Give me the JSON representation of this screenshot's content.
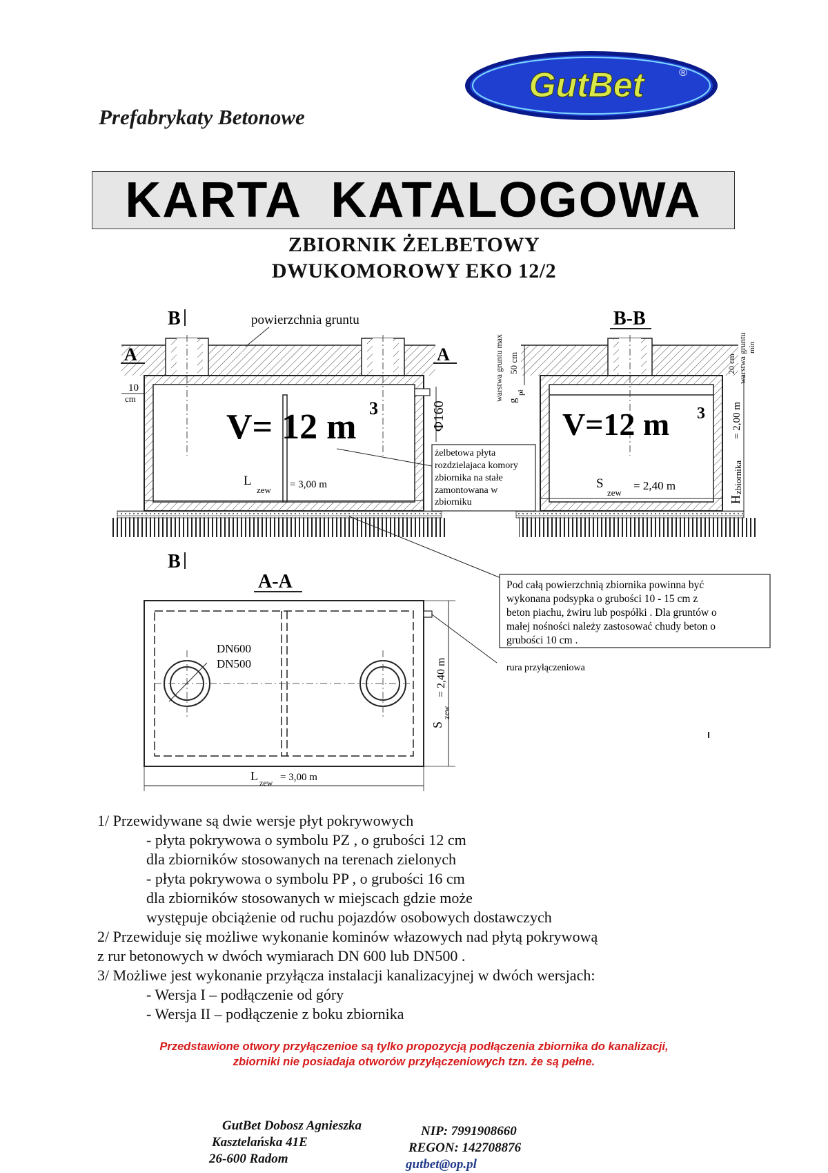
{
  "header": {
    "subtitle": "Prefabrykaty Betonowe",
    "brand": "GutBet",
    "registered_mark": "®"
  },
  "title": "KARTA  KATALOGOWA",
  "product": {
    "line1": "ZBIORNIK ŻELBETOWY",
    "line2": "DWUKOMOROWY  EKO 12/2"
  },
  "drawing": {
    "label_b_top": "B",
    "label_b_bottom": "B",
    "label_a_left": "A",
    "label_a_right": "A",
    "ground_surface": "powierzchnia gruntu",
    "wall_10": "10",
    "wall_cm": "cm",
    "pipe_phi": "Φ160",
    "volume_main": "V= 12 m",
    "volume_side": "V=12 m",
    "volume_exp": "3",
    "lzew_l": "L",
    "lzew_sub": "zew",
    "lzew_val": "= 3,00 m",
    "szew_s": "S",
    "szew_sub": "zew",
    "szew_val": "= 2,40 m",
    "partition_note": [
      "żelbetowa płyta",
      "rozdzielajaca komory",
      "zbiornika na stałe",
      "zamontowana  w",
      "zbiorniku"
    ],
    "section_bb": "B-B",
    "soil_max_label": "warstwa gruntu max",
    "soil_max_val": "50 cm",
    "gpl_g": "g",
    "gpl_sub": "pł",
    "soil_min_label": "warstwa gruntu",
    "soil_min_sub": "min",
    "soil_min_val": "20 cm",
    "height_h": "H",
    "height_sub": "zbiornika",
    "height_val": "= 2,00 m",
    "section_aa": "A-A",
    "dn600": "DN600",
    "dn500": "DN500",
    "bedding_note": [
      "Pod całą powierzchnią zbiornika powinna być",
      "wykonana podsypka o grubości 10 - 15 cm  z",
      "beton piachu, żwiru lub pospółki . Dla gruntów o",
      "małej nośności należy zastosować chudy beton o",
      "grubości 10 cm ."
    ],
    "connection_pipe": "rura przyłączeniowa",
    "aa_szew_val": "= 2,40 m",
    "aa_lzew_val": "=  3,00 m"
  },
  "notes": {
    "n1": "1/ Przewidywane są dwie wersje płyt pokrywowych",
    "n1a": "- płyta pokrywowa o symbolu PZ , o grubości 12 cm",
    "n1b": "dla zbiorników stosowanych na terenach zielonych",
    "n1c": "- płyta pokrywowa o symbolu PP , o grubości 16 cm",
    "n1d": "dla zbiorników stosowanych w miejscach gdzie może",
    "n1e": "występuje obciążenie od ruchu pojazdów osobowych dostawczych",
    "n2": "2/ Przewiduje się możliwe wykonanie kominów włazowych nad płytą pokrywową",
    "n2a": "z rur betonowych w dwóch wymiarach DN 600 lub DN500 .",
    "n3": "3/ Możliwe jest wykonanie przyłącza instalacji kanalizacyjnej w dwóch wersjach:",
    "n3a": "- Wersja I – podłączenie od góry",
    "n3b": "- Wersja II – podłączenie z boku zbiornika"
  },
  "warning": {
    "line1": "Przedstawione otwory przyłączenioe są tylko propozycją podłączenia zbiornika do kanalizacji,",
    "line2": "zbiorniki nie posiadaja otworów przyłączeniowych tzn. że są pełne."
  },
  "footer": {
    "company": "GutBet Dobosz Agnieszka",
    "street": "Kasztelańska  41E",
    "city": "26-600 Radom",
    "nip": "NIP: 7991908660",
    "regon": "REGON: 142708876",
    "email": "gutbet@op.pl"
  },
  "colors": {
    "logo_blue": "#1e3fd0",
    "logo_text": "#d8e84a",
    "warning_red": "#d61a1a",
    "title_bg": "#e6e6e6"
  }
}
